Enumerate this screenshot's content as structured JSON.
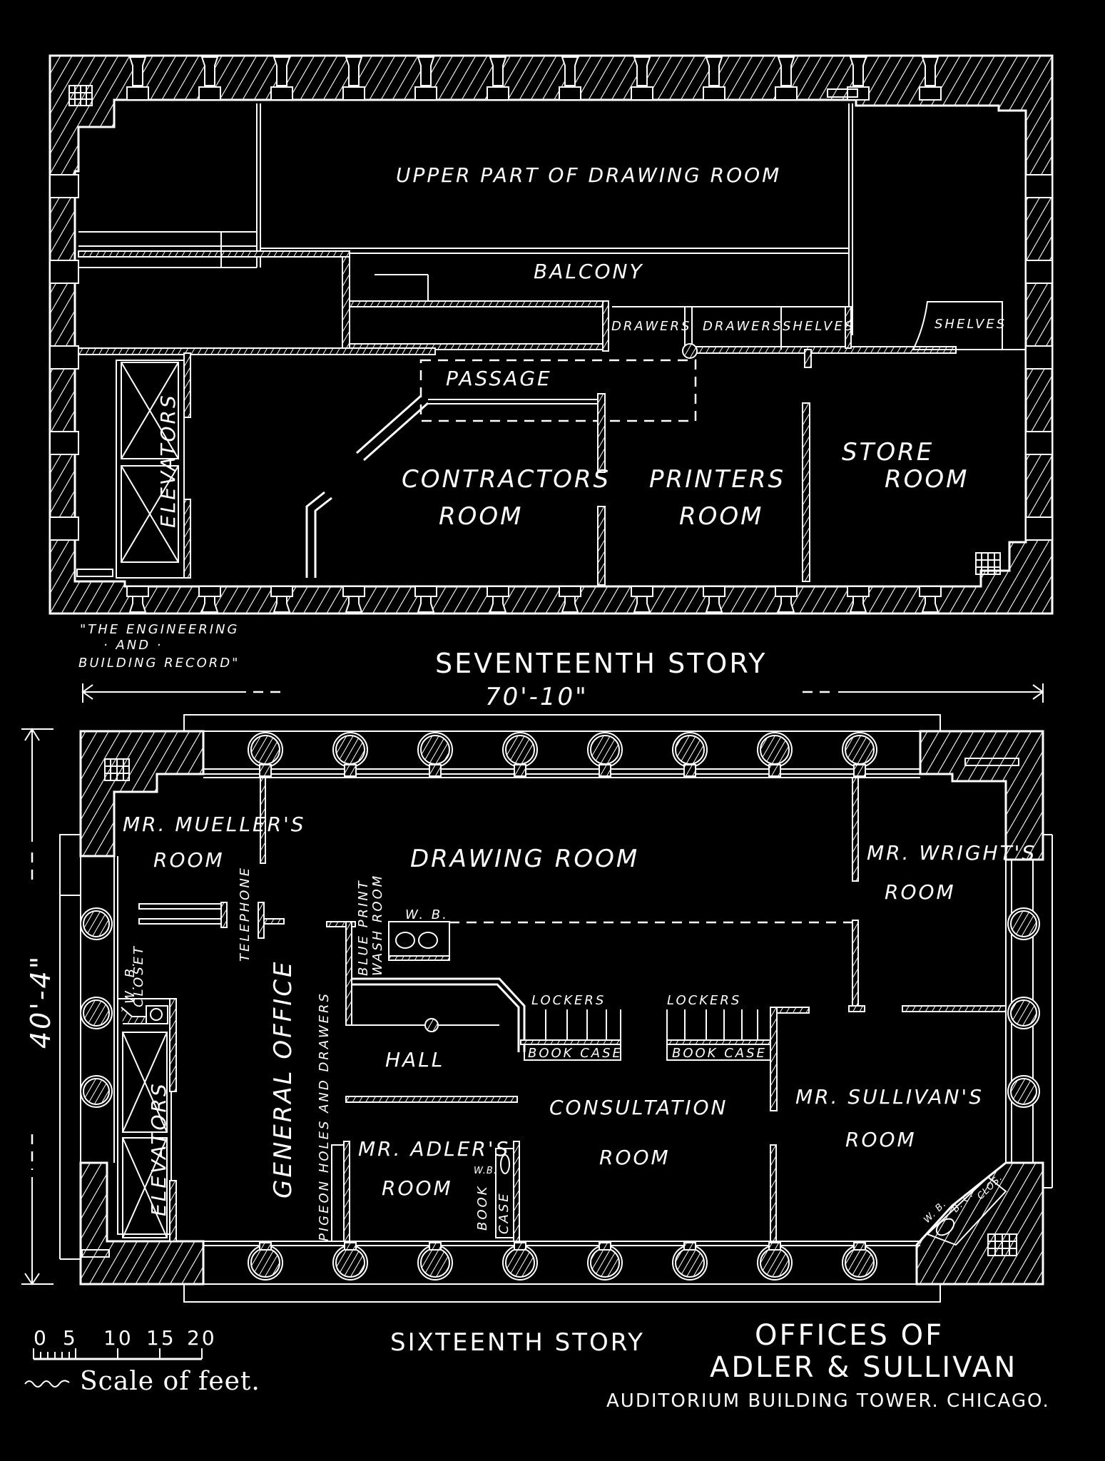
{
  "drawing": {
    "title": {
      "line1": "OFFICES OF",
      "line2": "ADLER & SULLIVAN",
      "line3": "AUDITORIUM BUILDING TOWER. CHICAGO."
    },
    "credit": {
      "line1": "\"THE ENGINEERING",
      "line2": "· AND ·",
      "line3": "BUILDING RECORD\""
    },
    "colors": {
      "background": "#000000",
      "ink": "#ffffff"
    }
  },
  "seventeenth_story": {
    "caption": "SEVENTEENTH STORY",
    "rooms": {
      "upper_drawing_room": "UPPER PART OF DRAWING ROOM",
      "balcony": "BALCONY",
      "drawers_1": "DRAWERS",
      "drawers_2": "DRAWERS",
      "shelves_1": "SHELVES",
      "shelves_2": "SHELVES",
      "passage": "PASSAGE",
      "elevators": "ELEVATORS",
      "contractors_1": "CONTRACTORS",
      "contractors_2": "ROOM",
      "printers_1": "PRINTERS",
      "printers_2": "ROOM",
      "store_1": "STORE",
      "store_2": "ROOM"
    }
  },
  "dimensions": {
    "width": "70'-10\"",
    "depth": "40'-4\""
  },
  "sixteenth_story": {
    "caption": "SIXTEENTH STORY",
    "rooms": {
      "mueller_1": "MR. MUELLER'S",
      "mueller_2": "ROOM",
      "drawing_room": "DRAWING ROOM",
      "wright_1": "MR. WRIGHT'S",
      "wright_2": "ROOM",
      "telephone": "TELEPHONE",
      "blue_print_1": "BLUE PRINT",
      "blue_print_2": "WASH ROOM",
      "wb_top": "W. B.",
      "closet": "CLOSET",
      "wb_left": "W. B.",
      "lockers_1": "LOCKERS",
      "lockers_2": "LOCKERS",
      "book_case_1": "BOOK CASE",
      "book_case_2": "BOOK CASE",
      "general_office": "GENERAL OFFICE",
      "pigeon_holes": "PIGEON HOLES AND DRAWERS",
      "hall": "HALL",
      "consultation_1": "CONSULTATION",
      "consultation_2": "ROOM",
      "sullivan_1": "MR. SULLIVAN'S",
      "sullivan_2": "ROOM",
      "adler_1": "MR. ADLER'S",
      "adler_2": "ROOM",
      "wb_adler": "W.B.",
      "book_case_v1": "BOOK",
      "book_case_v2": "CASE",
      "elevators": "ELEVATORS",
      "wb_corner": "W. B.",
      "bc_corner": "B. C.",
      "clos_corner": "CLOS."
    }
  },
  "scale": {
    "ticks": [
      "0",
      "5",
      "10",
      "15",
      "20"
    ],
    "label": "Scale of feet."
  }
}
